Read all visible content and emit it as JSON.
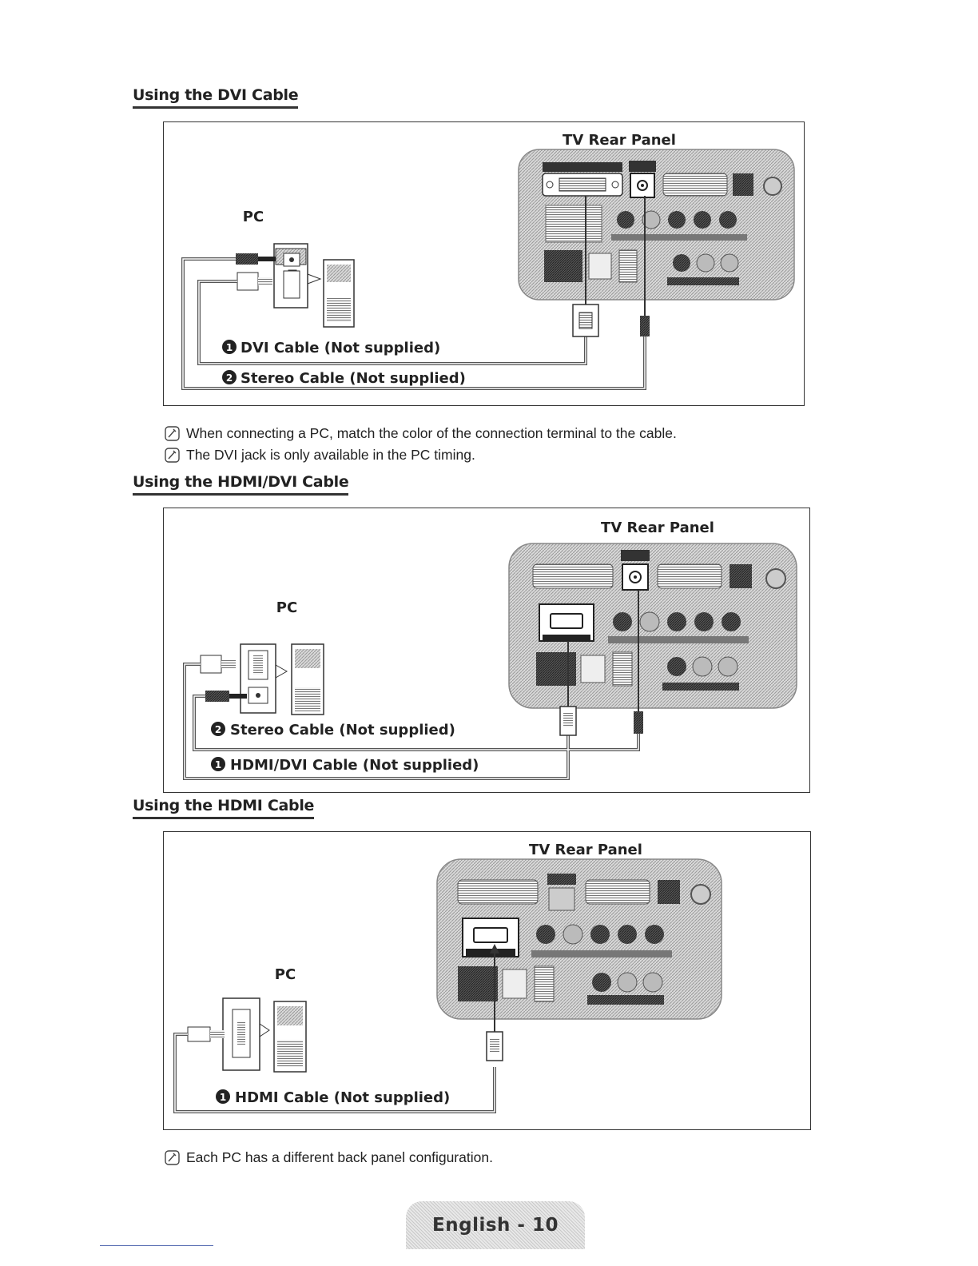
{
  "sections": [
    {
      "heading": "Using the DVI Cable",
      "panel_label": "TV Rear Panel",
      "pc_label": "PC",
      "callouts": [
        {
          "number": "1",
          "text": "DVI Cable (Not supplied)"
        },
        {
          "number": "2",
          "text": "Stereo Cable (Not supplied)"
        }
      ]
    },
    {
      "heading": "Using the HDMI/DVI Cable",
      "panel_label": "TV Rear Panel",
      "pc_label": "PC",
      "callouts": [
        {
          "number": "2",
          "text": "Stereo Cable (Not supplied)"
        },
        {
          "number": "1",
          "text": "HDMI/DVI Cable (Not supplied)"
        }
      ]
    },
    {
      "heading": "Using the HDMI Cable",
      "panel_label": "TV Rear Panel",
      "pc_label": "PC",
      "callouts": [
        {
          "number": "1",
          "text": "HDMI Cable (Not supplied)"
        }
      ]
    }
  ],
  "notes": [
    "When connecting a PC, match the color of the connection terminal to the cable.",
    "The DVI jack is only available in the PC timing.",
    "Each PC has a different back panel configuration."
  ],
  "footer": {
    "label": "English - 10"
  },
  "icons": {
    "note": "note-icon",
    "callout": "numbered-circle-icon"
  }
}
